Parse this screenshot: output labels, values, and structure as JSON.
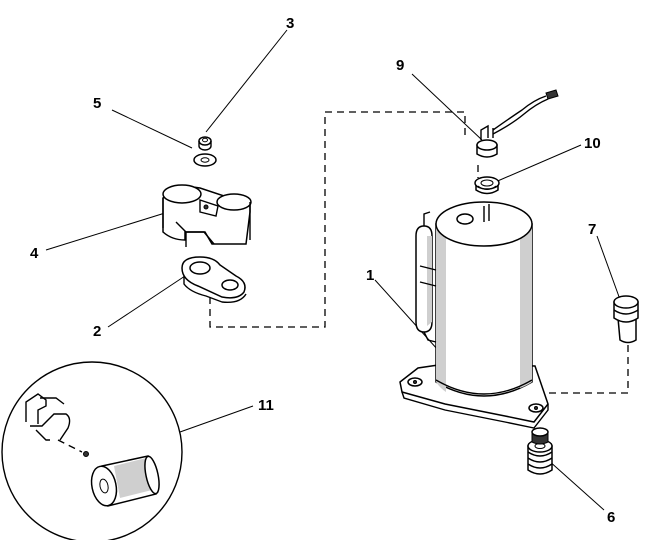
{
  "callouts": {
    "c1": "1",
    "c2": "2",
    "c3": "3",
    "c4": "4",
    "c5": "5",
    "c6": "6",
    "c7": "7",
    "c9": "9",
    "c10": "10",
    "c11": "11"
  }
}
